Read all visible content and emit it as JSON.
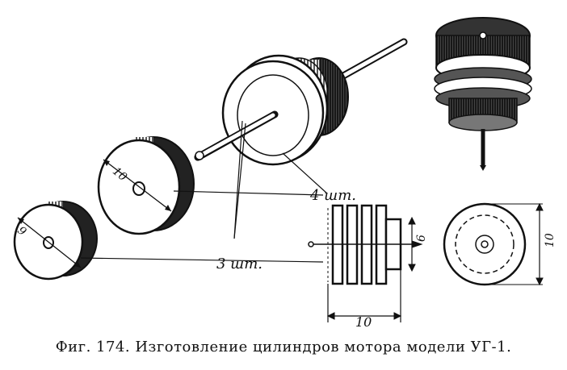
{
  "figure": {
    "caption": "Фиг. 174. Изготовление цилиндров мотора модели УГ-1.",
    "labels": {
      "disk_large_dim": "10",
      "disk_small_dim": "9",
      "count_4": "4 шт.",
      "count_3": "3 шт.",
      "cyl_height_dim": "6",
      "cyl_width_dim": "10",
      "end_view_dim": "10"
    }
  }
}
